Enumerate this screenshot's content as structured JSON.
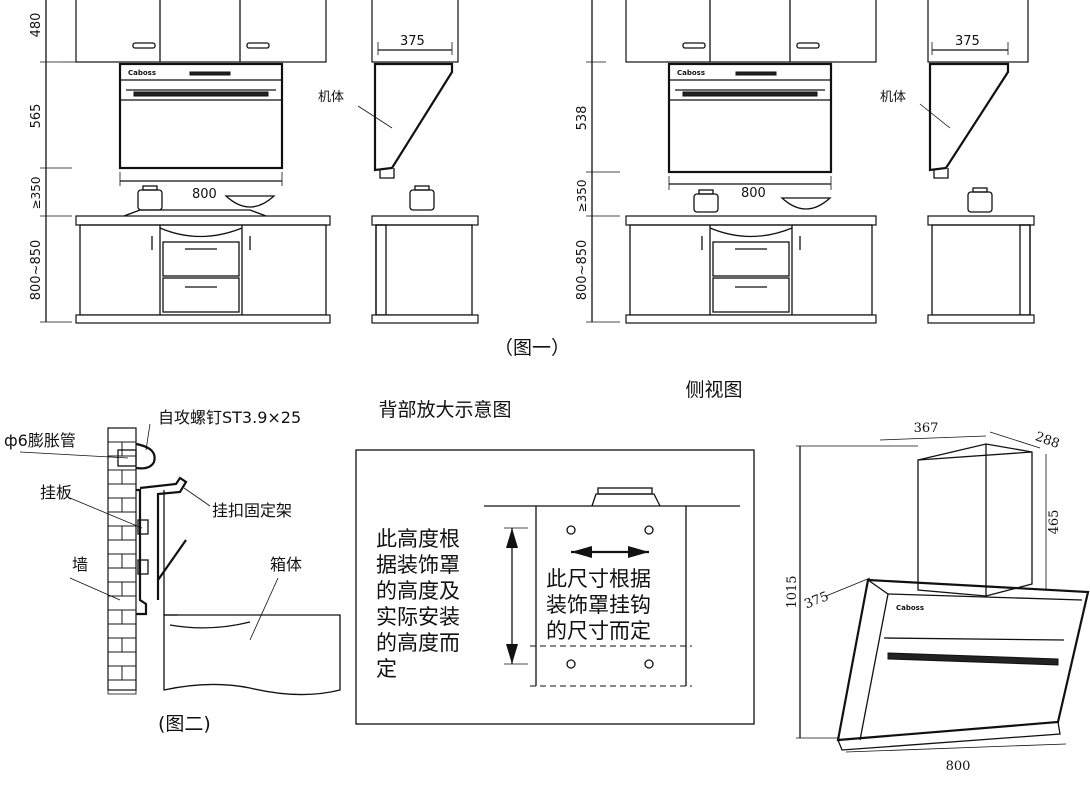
{
  "figure1": {
    "left": {
      "dim_top": "480",
      "dim_hood": "565",
      "dim_gap": "≥350",
      "dim_counter": "800~850",
      "dim_width": "800",
      "side_dim": "375",
      "body_label": "机体",
      "brand": "Caboss"
    },
    "right": {
      "dim_hood": "538",
      "dim_gap": "≥350",
      "dim_counter": "800~850",
      "dim_width": "800",
      "side_dim": "375",
      "body_label": "机体",
      "brand": "Caboss"
    },
    "caption": "（图一）",
    "side_view_label": "侧视图"
  },
  "figure2": {
    "caption": "(图二)",
    "labels": {
      "anchor_tube": "ф6膨胀管",
      "screw": "自攻螺钉ST3.9×25",
      "hanging_plate": "挂板",
      "bracket": "挂扣固定架",
      "wall": "墙",
      "body": "箱体"
    }
  },
  "back_detail": {
    "title": "背部放大示意图",
    "height_note": [
      "此高度根",
      "据装饰罩",
      "的高度及",
      "实际安装",
      "的高度而",
      "定"
    ],
    "width_note": [
      "此尺寸根据",
      "装饰罩挂钩",
      "的尺寸而定"
    ]
  },
  "iso": {
    "dim_367": "367",
    "dim_288": "288",
    "dim_465": "465",
    "dim_1015": "1015",
    "dim_375": "375",
    "dim_800": "800",
    "brand": "Caboss"
  }
}
